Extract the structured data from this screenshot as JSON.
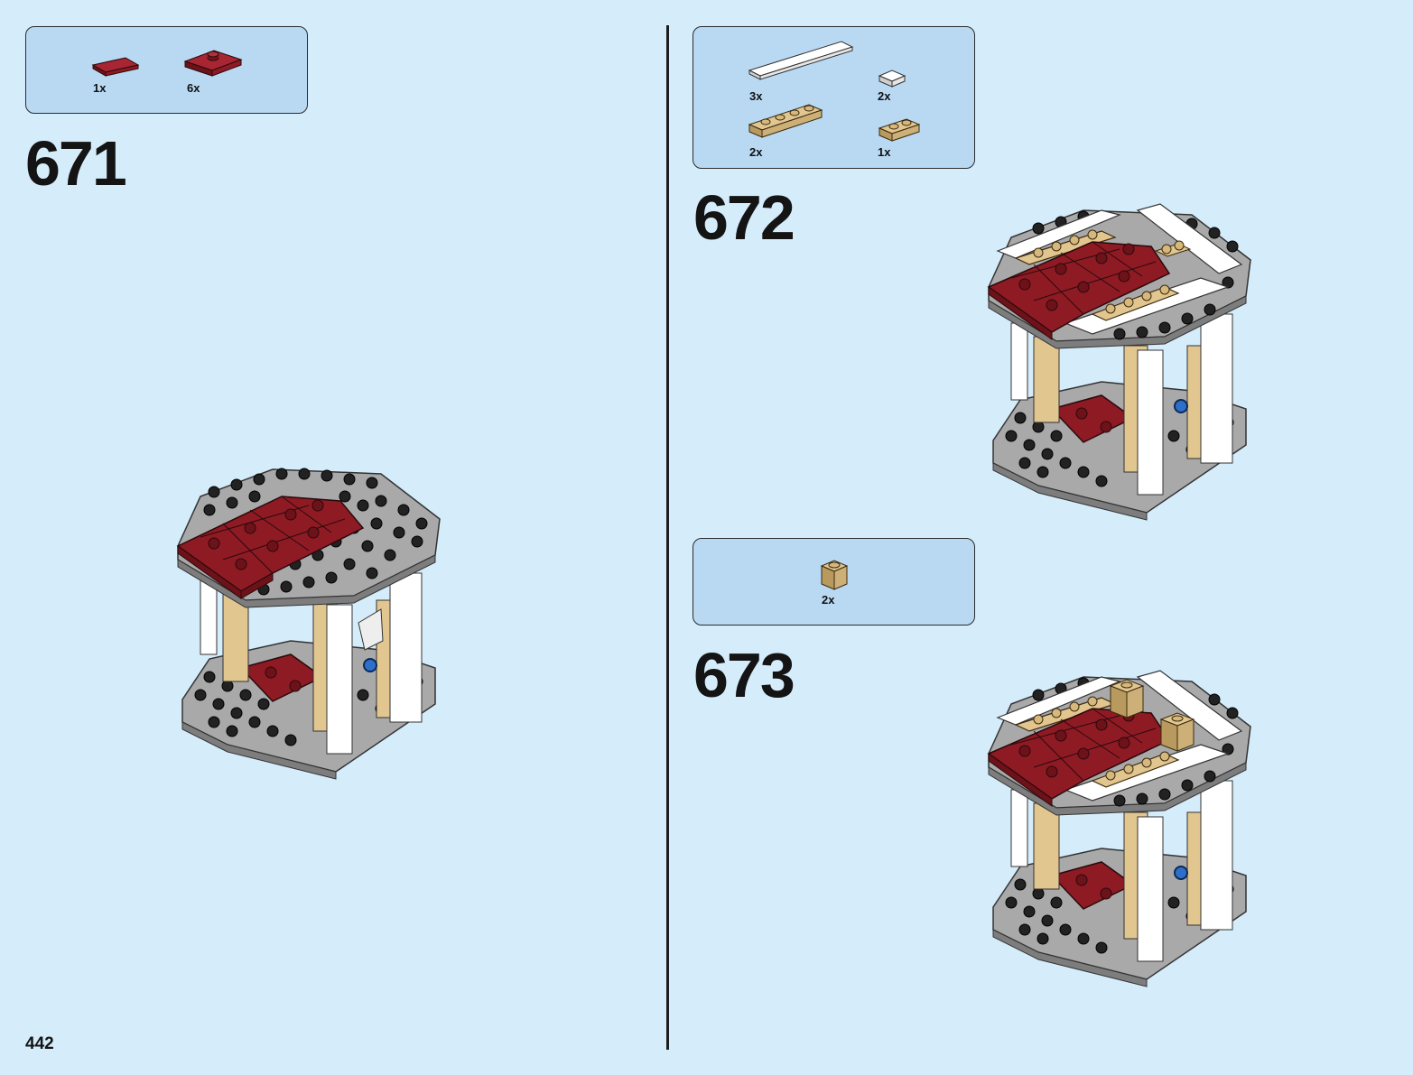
{
  "page": {
    "number": "442"
  },
  "steps": [
    {
      "number": "671",
      "parts": [
        {
          "qty": "1x",
          "part": "dark-red-tile-1x2"
        },
        {
          "qty": "6x",
          "part": "dark-red-plate-2x2-jumper"
        }
      ]
    },
    {
      "number": "672",
      "parts": [
        {
          "qty": "3x",
          "part": "white-tile-1x6"
        },
        {
          "qty": "2x",
          "part": "white-tile-1x1"
        },
        {
          "qty": "2x",
          "part": "tan-plate-1x4"
        },
        {
          "qty": "1x",
          "part": "tan-plate-1x2"
        }
      ]
    },
    {
      "number": "673",
      "parts": [
        {
          "qty": "2x",
          "part": "tan-brick-1x1"
        }
      ]
    }
  ],
  "colors": {
    "background": "#d5ecfb",
    "callout": "#b9d9f3",
    "dark_red": "#8e1a24",
    "tan": "#e2c68f",
    "light_gray": "#a9a9a9",
    "white": "#ffffff",
    "black": "#1f1f1f"
  }
}
